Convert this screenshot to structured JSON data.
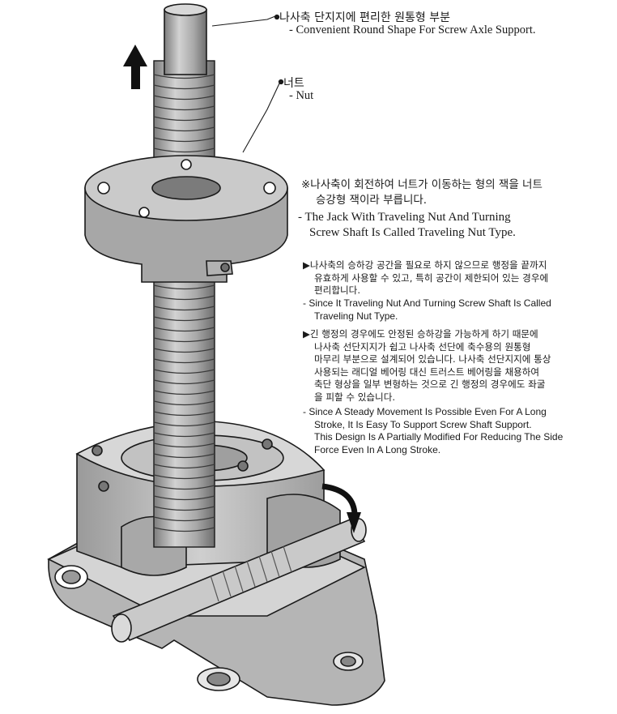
{
  "callouts": {
    "round": {
      "ko": "나사축 단지지에 편리한 원통형 부분",
      "en": "- Convenient Round Shape For Screw Axle Support."
    },
    "nut": {
      "ko": "너트",
      "en": "- Nut"
    }
  },
  "note": {
    "ko_lines": [
      "※나사축이 회전하여 너트가 이동하는 형의 잭을 너트",
      "승강형 잭이라 부릅니다."
    ],
    "en_lines": [
      "- The Jack With Traveling Nut And  Turning",
      "Screw Shaft Is Called Traveling Nut Type."
    ]
  },
  "bullet1": {
    "ko_lines": [
      "▶나사축의 승하강 공간을 필요로 하지 않으므로 행정을 끝까지",
      "유효하게 사용할 수 있고, 특히 공간이 제한되어 있는 경우에",
      "편리합니다."
    ],
    "en_lines": [
      "- Since It Traveling Nut And Turning Screw Shaft Is Called",
      "Traveling Nut Type."
    ]
  },
  "bullet2": {
    "ko_lines": [
      "▶긴 행정의 경우에도 안정된 승하강을 가능하게 하기 때문에",
      "나사축 선단지지가 쉽고 나사축 선단에 축수용의 원통형",
      "마무리 부분으로 설계되어 있습니다. 나사축 선단지지에 통상",
      "사용되는 래디얼 베어링 대신 트러스트 베어링을 채용하여",
      "축단 형상을 일부 변형하는 것으로 긴 행정의 경우에도 좌굴",
      "을 피할 수 있습니다."
    ],
    "en_lines": [
      "- Since A Steady Movement Is Possible Even For A Long",
      "Stroke, It Is Easy To Support Screw Shaft Support.",
      "This Design Is A Partially Modified For Reducing The Side",
      "Force Even In A Long Stroke."
    ]
  },
  "colors": {
    "ink": "#1a1a1a",
    "metal": "#bfbfbf",
    "metal_dark": "#8a8a8a",
    "metal_light": "#dcdcdc"
  },
  "icons": {
    "up_arrow": "arrow-up-icon",
    "rotation_arrow": "rotation-arrow-icon"
  }
}
